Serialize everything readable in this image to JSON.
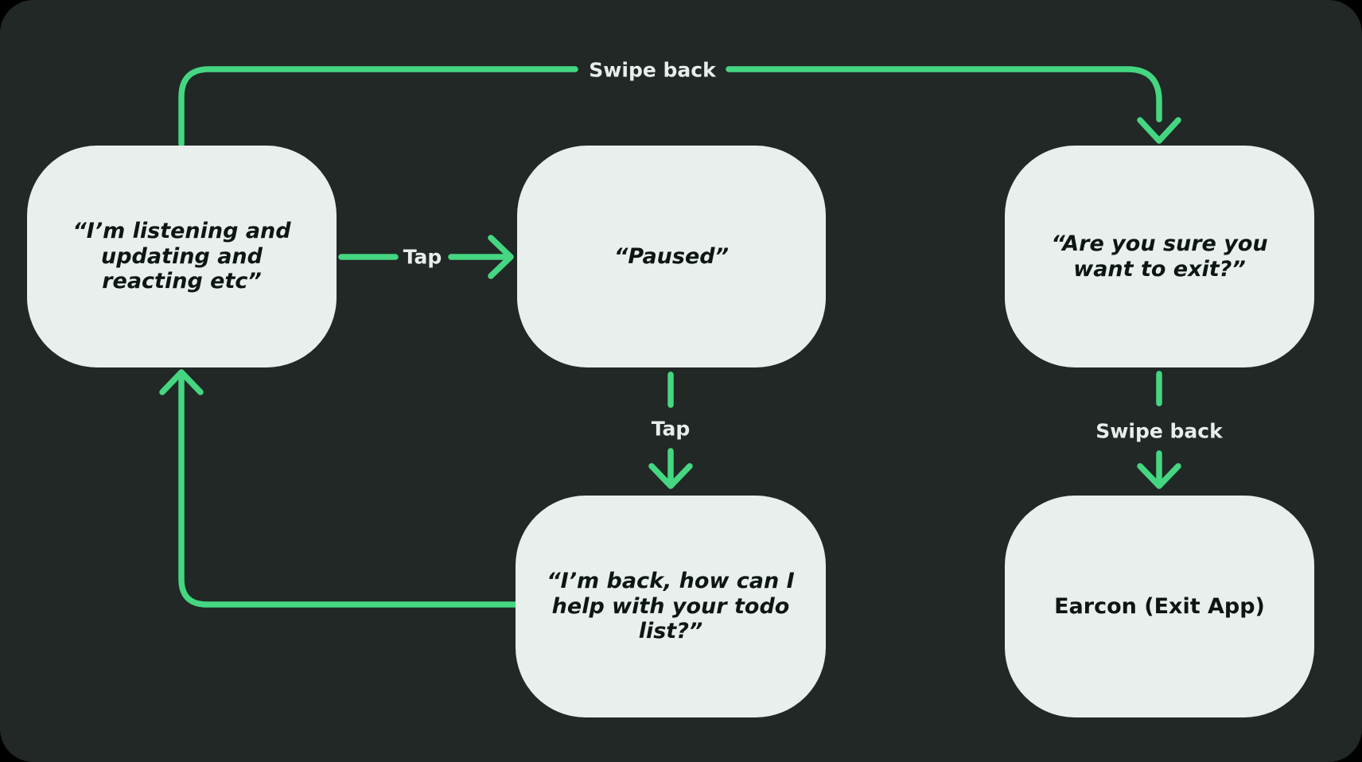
{
  "diagram": {
    "title_hidden": "",
    "colors": {
      "background": "#000000",
      "panel": "#212826",
      "node_fill": "#e9efec",
      "node_text": "#0e1613",
      "arrow": "#45d681",
      "label_text": "#e9edec"
    },
    "nodes": [
      {
        "id": "listening",
        "text": "“I’m listening and updating and reacting etc”",
        "quoted": true
      },
      {
        "id": "paused",
        "text": "“Paused”",
        "quoted": true
      },
      {
        "id": "confirm-exit",
        "text": "“Are you sure you want to exit?”",
        "quoted": true
      },
      {
        "id": "back",
        "text": "“I’m back, how can I help with your todo list?”",
        "quoted": true
      },
      {
        "id": "earcon",
        "text": "Earcon (Exit App)",
        "quoted": false
      }
    ],
    "edges": [
      {
        "from": "listening",
        "to": "confirm-exit",
        "label": "Swipe back"
      },
      {
        "from": "listening",
        "to": "paused",
        "label": "Tap"
      },
      {
        "from": "paused",
        "to": "back",
        "label": "Tap"
      },
      {
        "from": "confirm-exit",
        "to": "earcon",
        "label": "Swipe back"
      },
      {
        "from": "back",
        "to": "listening",
        "label": ""
      }
    ]
  }
}
